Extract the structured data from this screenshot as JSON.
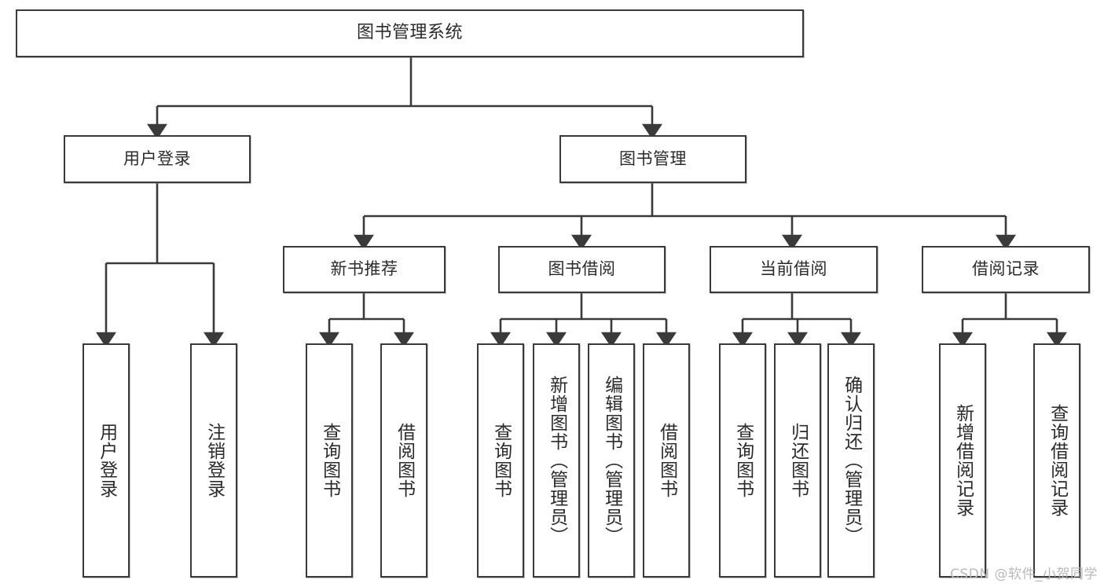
{
  "diagram": {
    "title": "图书管理系统",
    "type": "tree",
    "watermark": "CSDN @软件_小贺同学",
    "colors": {
      "box_border": "#3a3a3a",
      "box_fill": "#ffffff",
      "edge": "#3a3a3a",
      "text": "#2b2b2b",
      "watermark": "#b9b9b9"
    },
    "nodes": {
      "root": {
        "label": "图书管理系统",
        "level": 0
      },
      "user_login": {
        "label": "用户登录",
        "level": 1
      },
      "book_manage": {
        "label": "图书管理",
        "level": 1
      },
      "new_book_rec": {
        "label": "新书推荐",
        "level": 2
      },
      "book_borrow": {
        "label": "图书借阅",
        "level": 2
      },
      "current_borrow": {
        "label": "当前借阅",
        "level": 2
      },
      "borrow_record": {
        "label": "借阅记录",
        "level": 2
      },
      "leaf_user_login": {
        "label": "用户登录",
        "level": 3
      },
      "leaf_logout": {
        "label": "注销登录",
        "level": 3
      },
      "leaf_query_book_1": {
        "label": "查询图书",
        "level": 3
      },
      "leaf_borrow_book_1": {
        "label": "借阅图书",
        "level": 3
      },
      "leaf_query_book_2": {
        "label": "查询图书",
        "level": 3
      },
      "leaf_add_book": {
        "label": "新增图书（管理员）",
        "level": 3
      },
      "leaf_edit_book": {
        "label": "编辑图书（管理员）",
        "level": 3
      },
      "leaf_borrow_book_2": {
        "label": "借阅图书",
        "level": 3
      },
      "leaf_query_book_3": {
        "label": "查询图书",
        "level": 3
      },
      "leaf_return_book": {
        "label": "归还图书",
        "level": 3
      },
      "leaf_confirm_return": {
        "label": "确认归还（管理员）",
        "level": 3
      },
      "leaf_add_record": {
        "label": "新增借阅记录",
        "level": 3
      },
      "leaf_query_record": {
        "label": "查询借阅记录",
        "level": 3
      }
    },
    "edges": [
      {
        "from": "root",
        "to": "user_login"
      },
      {
        "from": "root",
        "to": "book_manage"
      },
      {
        "from": "user_login",
        "to": "leaf_user_login"
      },
      {
        "from": "user_login",
        "to": "leaf_logout"
      },
      {
        "from": "book_manage",
        "to": "new_book_rec"
      },
      {
        "from": "book_manage",
        "to": "book_borrow"
      },
      {
        "from": "book_manage",
        "to": "current_borrow"
      },
      {
        "from": "book_manage",
        "to": "borrow_record"
      },
      {
        "from": "new_book_rec",
        "to": "leaf_query_book_1"
      },
      {
        "from": "new_book_rec",
        "to": "leaf_borrow_book_1"
      },
      {
        "from": "book_borrow",
        "to": "leaf_query_book_2"
      },
      {
        "from": "book_borrow",
        "to": "leaf_add_book"
      },
      {
        "from": "book_borrow",
        "to": "leaf_edit_book"
      },
      {
        "from": "book_borrow",
        "to": "leaf_borrow_book_2"
      },
      {
        "from": "current_borrow",
        "to": "leaf_query_book_3"
      },
      {
        "from": "current_borrow",
        "to": "leaf_return_book"
      },
      {
        "from": "current_borrow",
        "to": "leaf_confirm_return"
      },
      {
        "from": "borrow_record",
        "to": "leaf_add_record"
      },
      {
        "from": "borrow_record",
        "to": "leaf_query_record"
      }
    ]
  }
}
